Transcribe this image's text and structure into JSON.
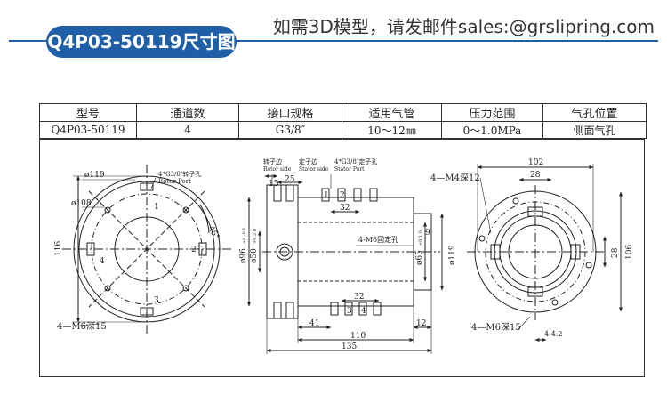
{
  "header": {
    "model_badge": "Q4P03-50119尺寸图",
    "contact": "如需3D模型，请发邮件sales:@grslipring.com"
  },
  "spec_table": {
    "headers": [
      "型号",
      "通道数",
      "接口规格",
      "适用气管",
      "压力范围",
      "气孔位置"
    ],
    "values": [
      "Q4P03-50119",
      "4",
      "G3/8″",
      "10～12㎜",
      "0～1.0MPa",
      "侧面气孔"
    ]
  },
  "drawing": {
    "left_view": {
      "dim_outer": "ø119",
      "dim_inner": "ø108",
      "port_note": "4*G3/8″转子孔",
      "port_note_en": "Rotor Port",
      "height": "116",
      "angle": "45°",
      "channel_1": "1",
      "channel_2": "2",
      "channel_3": "3",
      "channel_4": "4",
      "holes": "4—M6深15"
    },
    "side_view": {
      "rotor_side": "转子边",
      "rotor_side_en": "Rotor side",
      "stator_side": "定子边",
      "stator_side_en": "Stator side",
      "stator_port": "4*G3/8″定子孔",
      "stator_port_en": "Stator Port",
      "dim_15": "15",
      "dim_25": "25",
      "dim_32_top": "32",
      "dim_32_bottom": "32",
      "dim_9": "9",
      "fix_holes": "4-M6固定孔",
      "dia_96": "ø96",
      "dia_96_tol": "+0 -0.1",
      "dia_50": "ø50",
      "dia_50_tol": "+0.2 0",
      "dia_65": "ø65",
      "dia_65_tol": "+0.1 0",
      "dia_119": "ø119",
      "dim_41": "41",
      "dim_12": "12",
      "dim_110": "110",
      "dim_135": "135",
      "ch_1": "1",
      "ch_2": "2",
      "ch_3": "3",
      "ch_4": "4"
    },
    "right_view": {
      "width_102": "102",
      "width_28": "28",
      "holes_top": "4—M4深12",
      "height_28": "28",
      "height_106": "106",
      "holes_bottom": "4—M6深15",
      "dim_44": "4-4.2"
    }
  },
  "colors": {
    "accent": "#1f5fa8",
    "line": "#222222"
  }
}
